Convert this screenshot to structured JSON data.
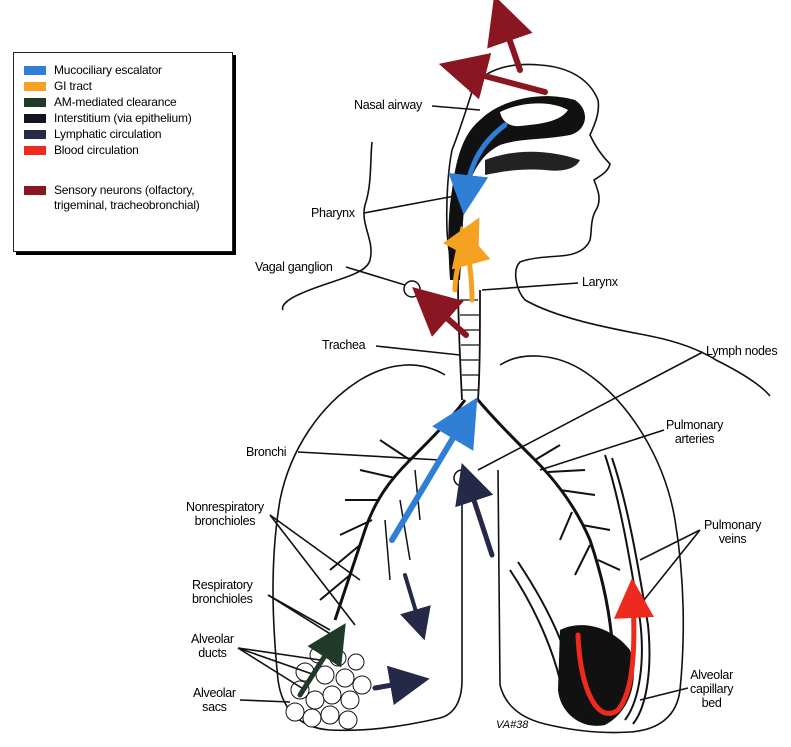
{
  "legend": {
    "items": [
      {
        "label": "Mucociliary escalator",
        "color": "#2f7fd6"
      },
      {
        "label": "GI tract",
        "color": "#f5a122"
      },
      {
        "label": "AM-mediated clearance",
        "color": "#1f3a28"
      },
      {
        "label": "Interstitium (via epithelium)",
        "color": "#141420"
      },
      {
        "label": "Lymphatic circulation",
        "color": "#262848"
      },
      {
        "label": "Blood circulation",
        "color": "#ee2a1e"
      },
      {
        "label": "Sensory neurons (olfactory, trigeminal, tracheobronchial)",
        "color": "#8a1622"
      }
    ]
  },
  "labels": {
    "nasal_airway": "Nasal airway",
    "pharynx": "Pharynx",
    "vagal_ganglion": "Vagal ganglion",
    "larynx": "Larynx",
    "trachea": "Trachea",
    "lymph_nodes": "Lymph nodes",
    "bronchi": "Bronchi",
    "pulmonary_arteries": "Pulmonary\narteries",
    "nonrespiratory_bronchioles": "Nonrespiratory\nbronchioles",
    "pulmonary_veins": "Pulmonary\nveins",
    "respiratory_bronchioles": "Respiratory\nbronchioles",
    "alveolar_ducts": "Alveolar\nducts",
    "alveolar_sacs": "Alveolar\nsacs",
    "alveolar_capillary_bed": "Alveolar\ncapillary\nbed"
  },
  "signature": "VA#38"
}
